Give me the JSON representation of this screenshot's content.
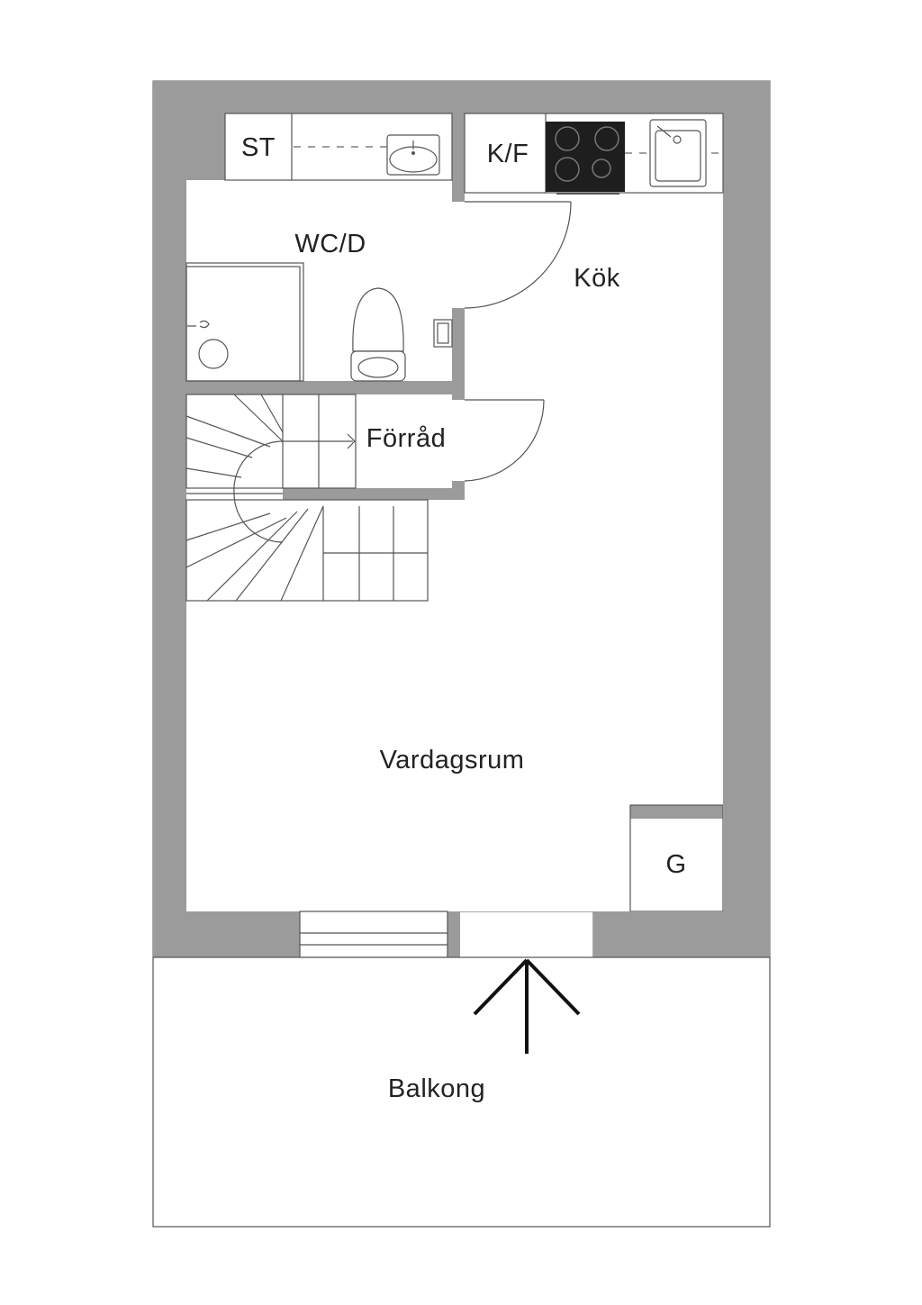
{
  "floor_plan": {
    "rooms": {
      "storage_cabinet": "ST",
      "fridge_freezer": "K/F",
      "bathroom": "WC/D",
      "kitchen": "Kök",
      "storage": "Förråd",
      "living_room": "Vardagsrum",
      "wardrobe": "G",
      "balcony": "Balkong"
    },
    "colors": {
      "wall": "#9b9b9b",
      "outline": "#555555",
      "stove": "#1e1e1e",
      "arrow": "#111111",
      "background": "#ffffff"
    },
    "icons": [
      "sink-icon",
      "stove-icon",
      "kitchen-sink-icon",
      "toilet-icon",
      "shower-icon",
      "staircase-icon",
      "entrance-arrow-icon"
    ]
  }
}
